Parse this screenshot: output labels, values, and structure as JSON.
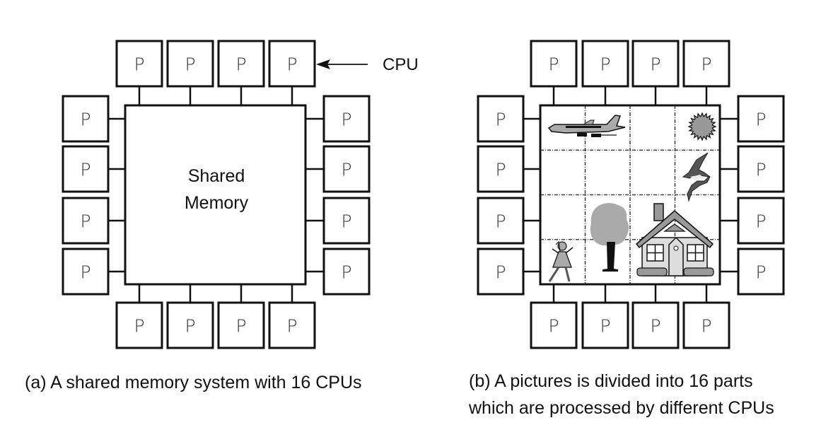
{
  "diagram_a": {
    "memory_label_line1": "Shared",
    "memory_label_line2": "Memory",
    "processor_label": "P",
    "processor_count": 16,
    "callout_label": "CPU",
    "caption": "(a)  A shared memory system with 16 CPUs"
  },
  "diagram_b": {
    "processor_label": "P",
    "processor_count": 16,
    "grid": {
      "rows": 4,
      "cols": 4
    },
    "picture_items": [
      "airplane",
      "sun",
      "bird",
      "tree",
      "house",
      "girl"
    ],
    "caption_line1": "(b) A pictures is divided into 16 parts",
    "caption_line2": "which are processed by different CPUs"
  }
}
